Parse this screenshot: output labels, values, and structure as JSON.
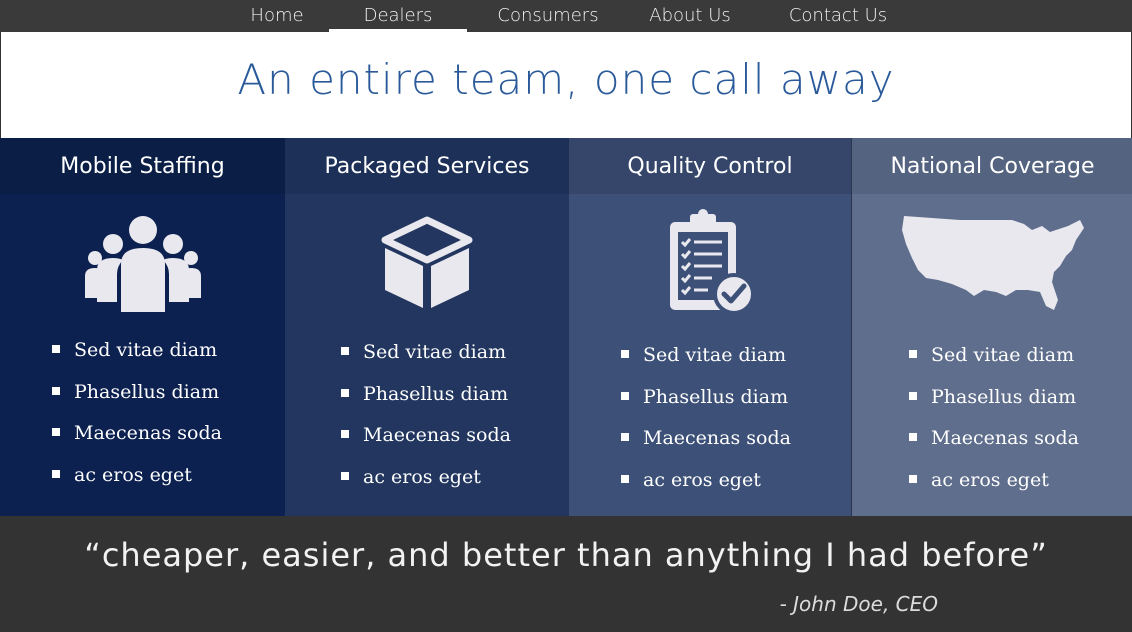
{
  "nav": {
    "items": [
      {
        "label": "Home",
        "active": false
      },
      {
        "label": "Dealers",
        "active": true
      },
      {
        "label": "Consumers",
        "active": false
      },
      {
        "label": "About Us",
        "active": false
      },
      {
        "label": "Contact Us",
        "active": false
      }
    ]
  },
  "hero": {
    "title": "An entire team, one call away"
  },
  "columns": [
    {
      "title": "Mobile Staffing",
      "icon": "people-group-icon",
      "header_color": "#0a1e46",
      "body_color": "#0c2150",
      "items": [
        "Sed vitae diam",
        "Phasellus diam",
        "Maecenas soda",
        "ac eros eget"
      ]
    },
    {
      "title": "Packaged Services",
      "icon": "box-icon",
      "header_color": "#1d3058",
      "body_color": "#22365f",
      "items": [
        "Sed vitae diam",
        "Phasellus diam",
        "Maecenas soda",
        "ac eros eget"
      ]
    },
    {
      "title": "Quality Control",
      "icon": "clipboard-check-icon",
      "header_color": "#35466a",
      "body_color": "#3d5077",
      "items": [
        "Sed vitae diam",
        "Phasellus diam",
        "Maecenas soda",
        "ac eros eget"
      ]
    },
    {
      "title": "National Coverage",
      "icon": "usa-map-icon",
      "header_color": "#54637f",
      "body_color": "#5f6e8c",
      "items": [
        "Sed vitae diam",
        "Phasellus diam",
        "Maecenas soda",
        "ac eros eget"
      ]
    }
  ],
  "testimonial": {
    "quote": "“cheaper, easier, and better than anything I had before”",
    "attribution": "- John Doe, CEO"
  }
}
